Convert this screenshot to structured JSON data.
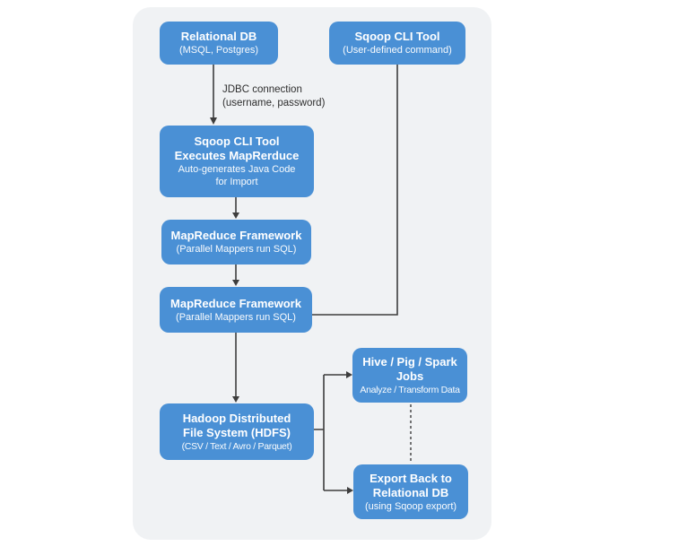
{
  "colors": {
    "page_bg": "#ffffff",
    "panel_bg": "#f0f2f4",
    "node_bg": "#4a90d5",
    "node_text": "#ffffff",
    "connector": "#3d3d3d",
    "label_text": "#2e2e2e"
  },
  "nodes": [
    {
      "id": "relational-db",
      "title": "Relational DB",
      "subtitle": "(MSQL, Postgres)"
    },
    {
      "id": "sqoop-cli-tool",
      "title": "Sqoop CLI Tool",
      "subtitle": "(User-defined command)"
    },
    {
      "id": "sqoop-executes-mapreduce",
      "title": "Sqoop CLI Tool\nExecutes MapRerduce",
      "subtitle": "Auto-generates Java Code\nfor Import"
    },
    {
      "id": "mapreduce-framework-1",
      "title": "MapReduce Framework",
      "subtitle": "(Parallel Mappers run SQL)"
    },
    {
      "id": "mapreduce-framework-2",
      "title": "MapReduce Framework",
      "subtitle": "(Parallel Mappers run SQL)"
    },
    {
      "id": "hdfs",
      "title": "Hadoop Distributed\nFile System (HDFS)",
      "subtitle": "(CSV / Text / Avro / Parquet)"
    },
    {
      "id": "hive-pig-spark-jobs",
      "title": "Hive / Pig / Spark\nJobs",
      "subtitle": "Analyze / Transform Data"
    },
    {
      "id": "export-back-to-relational-db",
      "title": "Export Back to\nRelational DB",
      "subtitle": "(using Sqoop export)"
    }
  ],
  "labels": {
    "jdbc": "JDBC connection\n(username, password)"
  },
  "edges": [
    {
      "from": "relational-db",
      "to": "sqoop-executes-mapreduce",
      "label": "JDBC connection (username, password)",
      "style": "arrow"
    },
    {
      "from": "sqoop-cli-tool",
      "to": "mapreduce-framework-2",
      "style": "line"
    },
    {
      "from": "sqoop-executes-mapreduce",
      "to": "mapreduce-framework-1",
      "style": "arrow"
    },
    {
      "from": "mapreduce-framework-1",
      "to": "mapreduce-framework-2",
      "style": "arrow"
    },
    {
      "from": "mapreduce-framework-2",
      "to": "hdfs",
      "style": "arrow"
    },
    {
      "from": "hdfs",
      "to": "hive-pig-spark-jobs",
      "style": "arrow"
    },
    {
      "from": "hdfs",
      "to": "export-back-to-relational-db",
      "style": "arrow"
    },
    {
      "from": "hive-pig-spark-jobs",
      "to": "export-back-to-relational-db",
      "style": "dashed"
    }
  ]
}
